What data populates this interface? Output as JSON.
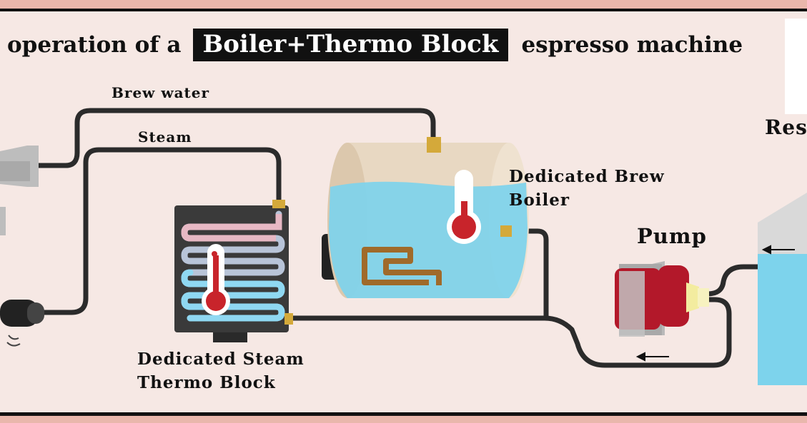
{
  "title": {
    "prefix": "operation of a",
    "highlight": "Boiler+Thermo Block",
    "suffix": "espresso machine"
  },
  "labels": {
    "brew_water": "Brew water",
    "steam": "Steam",
    "dedicated_brew_boiler": [
      "Dedicated Brew",
      "Boiler"
    ],
    "pump": "Pump",
    "steam_thermo_block": [
      "Dedicated Steam",
      "Thermo Block"
    ],
    "reservoir_partial": "Res"
  },
  "colors": {
    "background": "#f6e8e4",
    "frame": "#111111",
    "band": "#e9b7ac",
    "pipe": "#2b2b2b",
    "fitting": "#d4a93a",
    "water": "#7dd3ec",
    "boiler_shell": "#e8d8c2",
    "thermometer_red": "#c8242b",
    "pump_red": "#b3182a",
    "thermo_block_body": "#3a3a3a"
  }
}
